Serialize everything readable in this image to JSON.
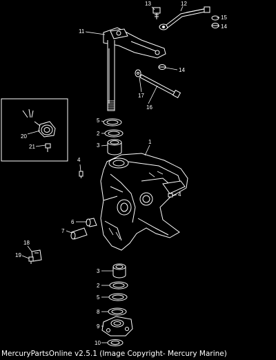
{
  "callouts": {
    "c13": "13",
    "c12": "12",
    "c15": "15",
    "c14a": "14",
    "c11": "11",
    "c14b": "14",
    "c17": "17",
    "c16": "16",
    "c20": "20",
    "c21": "21",
    "c5a": "5",
    "c2a": "2",
    "c3a": "3",
    "c1": "1",
    "c4a": "4",
    "c4b": "4",
    "c6": "6",
    "c7": "7",
    "c18": "18",
    "c19": "19",
    "c3b": "3",
    "c2b": "2",
    "c5b": "5",
    "c8": "8",
    "c9": "9",
    "c10": "10"
  },
  "footer": {
    "copyright": "MercuryPartsOnline v2.5.1 (Image Copyright- Mercury Marine)"
  },
  "colors": {
    "background": "#000000",
    "line": "#ffffff"
  }
}
